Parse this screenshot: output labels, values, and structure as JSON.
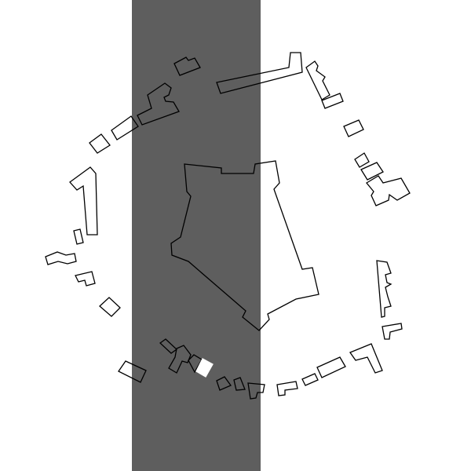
{
  "diagram": {
    "kind": "site-plan",
    "colors": {
      "background": "#ffffff",
      "band": "#5e5e5e",
      "outline": "#000000",
      "highlight": "#ffffff"
    },
    "elements": [
      "shaded-band",
      "central-building",
      "surrounding-buildings",
      "highlighted-building"
    ]
  }
}
